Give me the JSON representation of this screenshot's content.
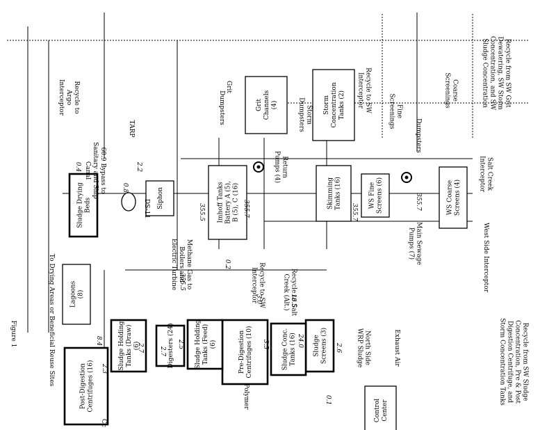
{
  "units": {
    "grit_channels": [
      "Grit",
      "Channels",
      "(4)"
    ],
    "storm_conc": [
      "Storm",
      "Concentration",
      "Tanks (2)"
    ],
    "skimming": [
      "Skimming",
      "Tanks (16)"
    ],
    "ws_fine": [
      "WS Fine",
      "Screens (6)"
    ],
    "ws_coarse": [
      "WS Coarse",
      "Screens (4)"
    ],
    "imhoff": [
      "Imhoff Tanks",
      "Battery A (5),",
      "B (5), C (16)"
    ],
    "syphon": [
      "Siphon"
    ],
    "sludge_screens": [
      "Sludge",
      "Screens (3)"
    ],
    "sludge_conc": [
      "Sludge Conc.",
      "Tanks (16)"
    ],
    "pre_dig_centrifuges": [
      "Pre-Digestion",
      "Centrifuges (10)"
    ],
    "sludge_holding_feed": [
      "Sludge Holding",
      "Tanks (Feed)",
      "(6)"
    ],
    "digesters": [
      "Digesters (24)"
    ],
    "sludge_holding_draw": [
      "Sludge Holding",
      "Tanks (Draw)",
      "(6)"
    ],
    "post_dig_centrifuges": [
      "Post-Digestion",
      "Centrifuges (16)"
    ],
    "lagoons": [
      "Lagoons",
      "(8)"
    ],
    "sludge_drying_beds": [
      "Sludge Drying",
      "Beds"
    ],
    "control_center": [
      "Control",
      "Center"
    ]
  },
  "labels": {
    "recycle_top": [
      "Recycle from SW Grit",
      "Dewatering, SW Storm",
      "Concentration, and SW",
      "Sludge Concentration"
    ],
    "coarse_screenings": [
      "Coarse",
      "Screenings"
    ],
    "fine_screenings": [
      "Fine",
      "Screenings"
    ],
    "dumpsters_1": "Dumpsters",
    "dumpsters_2": [
      "Storm",
      "Dumpsters"
    ],
    "dumpsters_3": "Dumpsters",
    "grit": "Grit",
    "recycle_sw_interceptor": [
      "Recycle to SW",
      "Interceptor"
    ],
    "return_pumps": [
      "Return",
      "Pumps (4)"
    ],
    "main_sewage_pumps": [
      "Main Sewage",
      "Pumps (7)"
    ],
    "tarp": "TARP",
    "south_side_interceptor": [
      "Salt Creek",
      "Interceptor"
    ],
    "west_side_interceptor": "West Side Interceptor",
    "methane_gas": [
      "Methane Gas to",
      "Boilers and",
      "Electric Turbine"
    ],
    "recycle_salt_creek": [
      "Recycle to Salt",
      "Creek (Alt.)"
    ],
    "recycle_sw_interceptor_2": [
      "Recycle to SW",
      "Interceptor"
    ],
    "exhaust_air": "Exhaust Air",
    "north_side_wrp": [
      "North Side",
      "WRP Sludge"
    ],
    "polymer_1": "Polymer",
    "recycle_top_right": [
      "Recycle from SW Sludge",
      "Concentration, Pre & Post",
      "Digestion Centrifuge, and",
      "Storm Concentration Tanks"
    ],
    "recycle_argo": [
      "Recycle to",
      "Argo",
      "Interceptor"
    ],
    "bypass_canal": [
      "60.9 Bypass to",
      "Sanitary and Ship",
      "Canal"
    ],
    "to_drying_areas": "To Drying Areas or Beneficial Reuse Sites",
    "ds11": "DS-11",
    "figure_caption": "Figure 1",
    "control_trunc": "Cc"
  },
  "flows": {
    "f_355_7_a": "355.7",
    "f_355_7_b": "355.7",
    "f_355_7_c": "355.7",
    "f_355_5": "355.5",
    "f_355_5_b": "355.5",
    "f_0_2": "0.2",
    "f_2_2": "2.2",
    "f_0_8": "0.8",
    "f_3_0": "3.0",
    "f_18_5": "18.5",
    "f_2_6": "2.6",
    "f_24_0": "24.0",
    "f_3_5": "3.5",
    "f_2_7": "2.7",
    "f_2_5": "2.5",
    "f_2_7b": "2.7",
    "f_8_4": "8.4",
    "f_2_3": "2.3",
    "f_0_4": "0.4",
    "f_0_1": "0.1"
  }
}
